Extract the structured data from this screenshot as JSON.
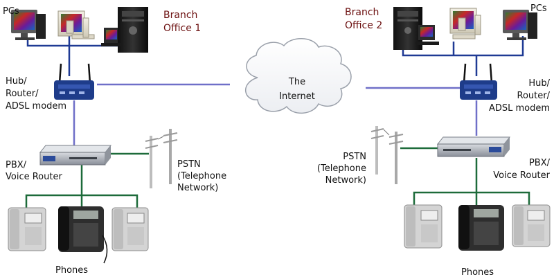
{
  "colors": {
    "internet_link": "#6f6fc8",
    "lan_link": "#1f3a94",
    "phone_link": "#1d6b3a",
    "branch_title": "#6b0f0f",
    "label": "#111111"
  },
  "left": {
    "pcs": "PCs",
    "branch_line1": "Branch",
    "branch_line2": "Office 1",
    "hub_line1": "Hub/",
    "hub_line2": "Router/",
    "hub_line3": "ADSL modem",
    "pbx_line1": "PBX/",
    "pbx_line2": "Voice Router",
    "pstn_line1": "PSTN",
    "pstn_line2": "(Telephone",
    "pstn_line3": "Network)",
    "phones": "Phones"
  },
  "right": {
    "pcs": "PCs",
    "branch_line1": "Branch",
    "branch_line2": "Office 2",
    "hub_line1": "Hub/",
    "hub_line2": "Router/",
    "hub_line3": "ADSL modem",
    "pbx_line1": "PBX/",
    "pbx_line2": "Voice Router",
    "pstn_line1": "PSTN",
    "pstn_line2": "(Telephone",
    "pstn_line3": "Network)",
    "phones": "Phones"
  },
  "internet": {
    "line1": "The",
    "line2": "Internet"
  }
}
